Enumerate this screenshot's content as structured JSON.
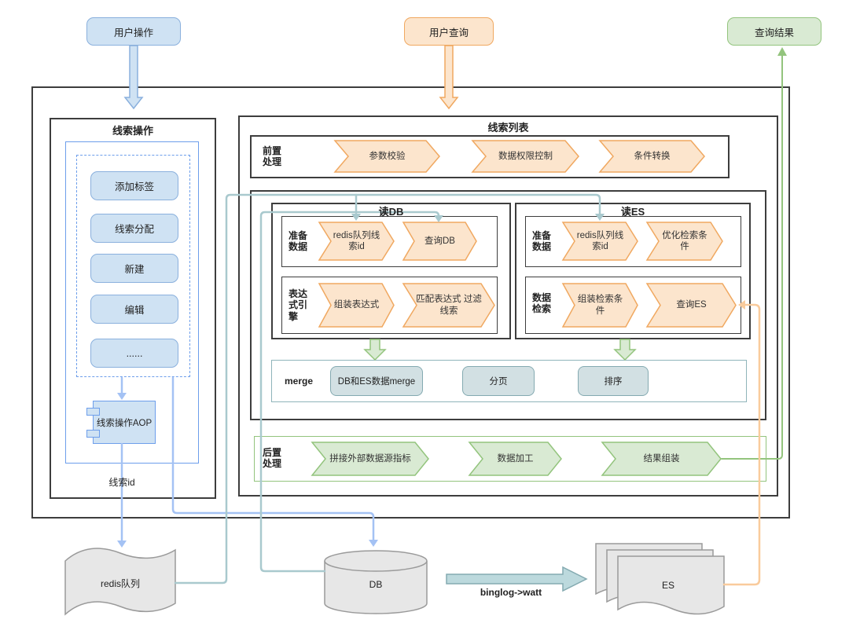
{
  "top": {
    "user_action": "用户操作",
    "user_query": "用户查询",
    "query_result": "查询结果"
  },
  "lead_ops": {
    "title": "线索操作",
    "items": [
      "添加标签",
      "线索分配",
      "新建",
      "编辑",
      "......"
    ],
    "aop": "线索操作AOP",
    "lead_id": "线索id"
  },
  "lead_list": {
    "title": "线索列表",
    "pre": {
      "label": "前置处理",
      "steps": [
        "参数校验",
        "数据权限控制",
        "条件转换"
      ]
    },
    "read_db": {
      "title": "读DB",
      "rows": [
        {
          "label": "准备数据",
          "steps": [
            "redis队列线索id",
            "查询DB"
          ]
        },
        {
          "label": "表达式引擎",
          "steps": [
            "组装表达式",
            "匹配表达式 过滤线索"
          ]
        }
      ]
    },
    "read_es": {
      "title": "读ES",
      "rows": [
        {
          "label": "准备数据",
          "steps": [
            "redis队列线索id",
            "优化检索条件"
          ]
        },
        {
          "label": "数据检索",
          "steps": [
            "组装检索条件",
            "查询ES"
          ]
        }
      ]
    },
    "merge": {
      "label": "merge",
      "items": [
        "DB和ES数据merge",
        "分页",
        "排序"
      ]
    },
    "post": {
      "label": "后置处理",
      "steps": [
        "拼接外部数据源指标",
        "数据加工",
        "结果组装"
      ]
    }
  },
  "storage": {
    "redis": "redis队列",
    "db": "DB",
    "es": "ES",
    "sync_label": "binglog->watt"
  },
  "colors": {
    "dark": "#3d3d3d",
    "blue_fill": "#cfe2f3",
    "blue_edge": "#8ab0dd",
    "blue_box": "#6d9eeb",
    "blue_line": "#a4c2f4",
    "orange_fill": "#fce5cd",
    "orange_edge": "#f0a860",
    "orange_line": "#f9cb9c",
    "green_fill": "#d9ead3",
    "green_edge": "#93c47d",
    "teal_fill": "#d2e0e3",
    "teal_edge": "#84aab1",
    "teal_line": "#a9c9ce",
    "teal_arrow": "#bcd9dd",
    "gray_fill": "#e7e7e7",
    "gray_edge": "#9a9a9a",
    "merge_border": "#8fb4ba"
  }
}
